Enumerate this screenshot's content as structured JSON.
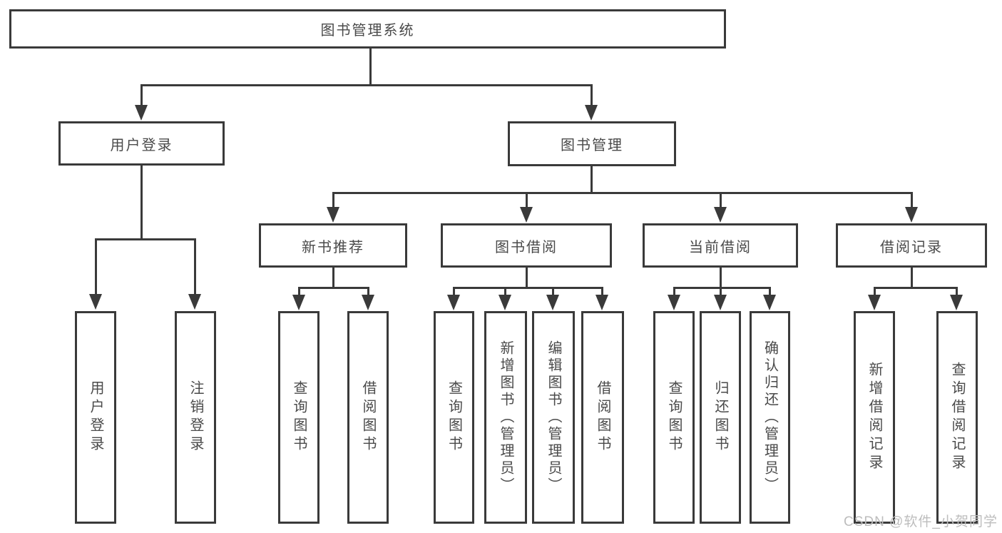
{
  "nodes": {
    "root": "图书管理系统",
    "user_login": "用户登录",
    "book_mgmt": "图书管理",
    "new_book_rec": "新书推荐",
    "book_borrow": "图书借阅",
    "current_borrow": "当前借阅",
    "borrow_records": "借阅记录",
    "leaf_user_login": "用户登录",
    "leaf_logout": "注销登录",
    "leaf_nb_query": "查询图书",
    "leaf_nb_borrow": "借阅图书",
    "leaf_bb_query": "查询图书",
    "leaf_bb_add": "新增图书（管理员）",
    "leaf_bb_edit": "编辑图书（管理员）",
    "leaf_bb_borrow": "借阅图书",
    "leaf_cb_query": "查询图书",
    "leaf_cb_return": "归还图书",
    "leaf_cb_confirm": "确认归还（管理员）",
    "leaf_br_add": "新增借阅记录",
    "leaf_br_query": "查询借阅记录"
  },
  "watermark": "CSDN @软件_小贺同学",
  "colors": {
    "line": "#3a3a3a",
    "text": "#4a4a4a",
    "watermark": "#bdbdbd"
  }
}
